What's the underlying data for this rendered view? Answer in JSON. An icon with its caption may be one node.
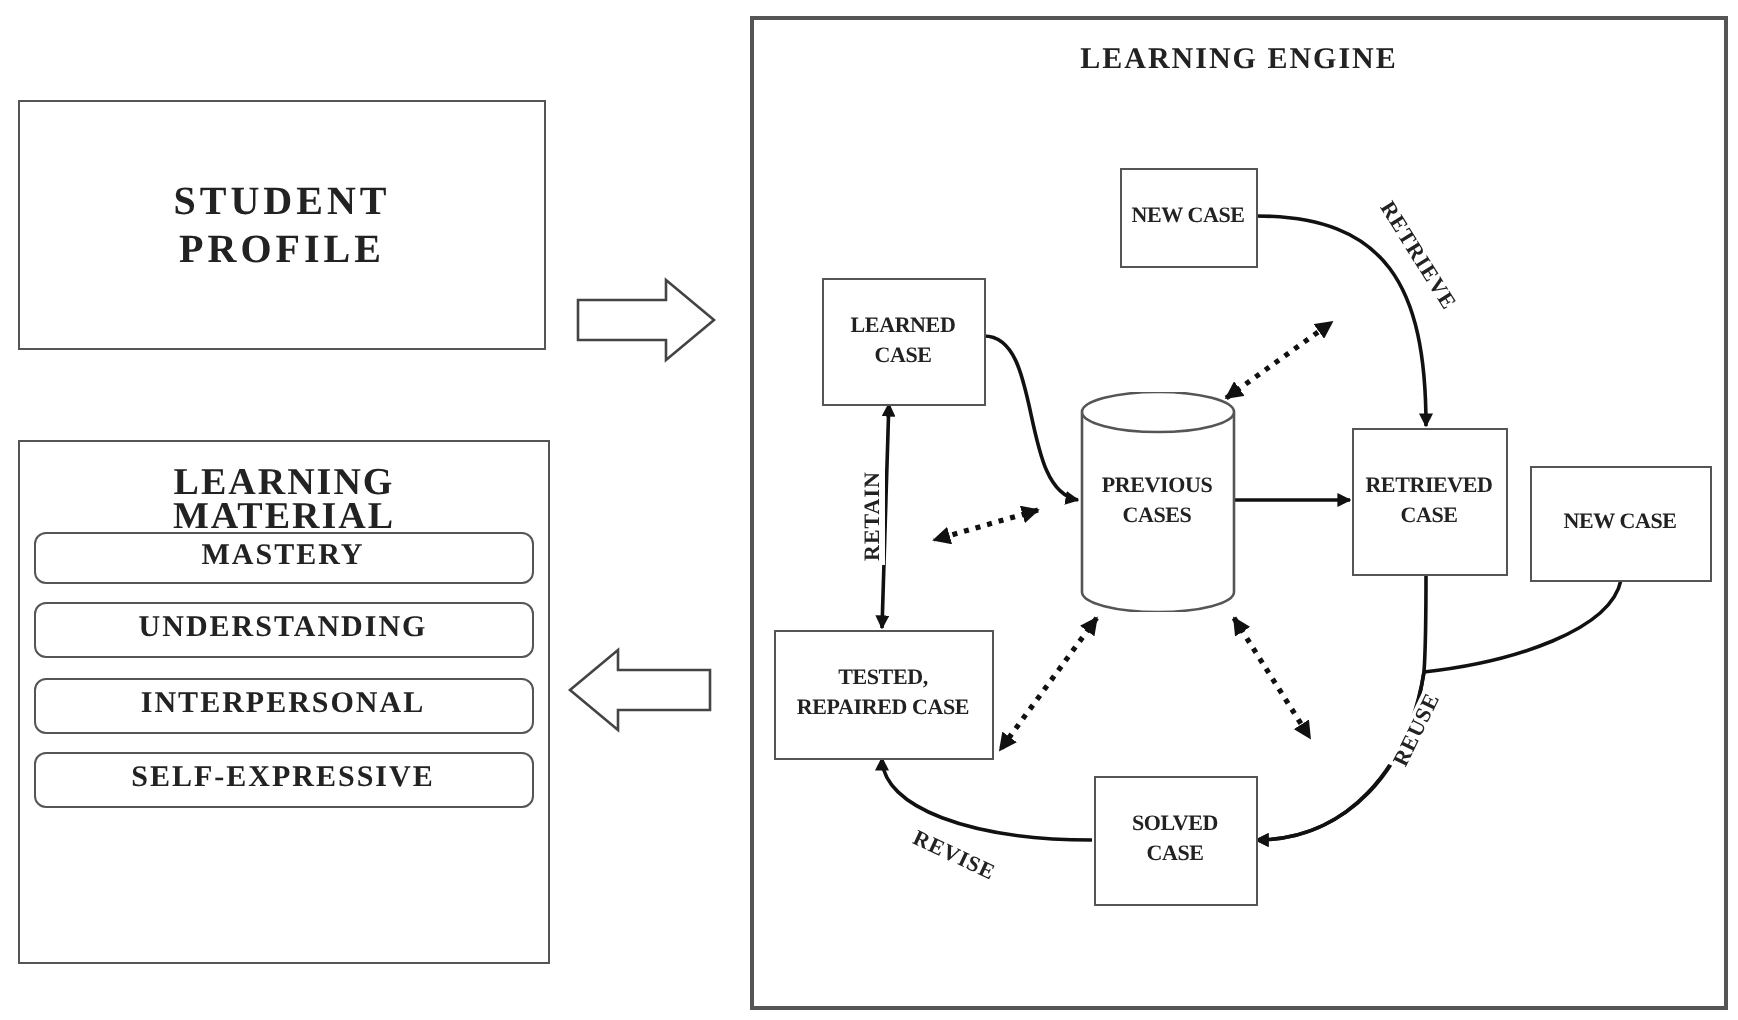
{
  "diagram": {
    "nodes": [
      {
        "text": [
          "STUDENT PROFILE"
        ]
      },
      {
        "text": [
          "LEARNING MATERIAL"
        ]
      },
      {
        "text": [
          "MASTERY"
        ],
        "in": 1
      },
      {
        "text": [
          "UNDERSTANDING"
        ],
        "in": 1
      },
      {
        "text": [
          "INTERPERSONAL"
        ],
        "in": 1
      },
      {
        "text": [
          "SELF-EXPRESSIVE"
        ],
        "in": 1
      },
      {
        "text": [
          "LEARNING ENGINE"
        ]
      },
      {
        "text": [
          "NEW CASE"
        ],
        "in": 6
      },
      {
        "text": [
          "LEARNED CASE"
        ],
        "in": 6
      },
      {
        "text": [
          "PREVIOUS CASES"
        ],
        "in": 6
      },
      {
        "text": [
          "RETRIEVED CASE"
        ],
        "in": 6
      },
      {
        "text": [
          "NEW CASE"
        ],
        "in": 6
      },
      {
        "text": [
          "TESTED, REPAIRED CASE"
        ],
        "in": 6
      },
      {
        "text": [
          "SOLVED CASE"
        ],
        "in": 6
      }
    ],
    "edges": [
      {
        "from": 0,
        "to": 6,
        "arrow": "to",
        "style": "thick"
      },
      {
        "from": 6,
        "to": 1,
        "arrow": "to",
        "style": "thick"
      },
      {
        "from": 7,
        "to": 10,
        "arrow": "to",
        "label": "RETRIEVE"
      },
      {
        "from": 8,
        "to": 9,
        "arrow": "to"
      },
      {
        "from": 9,
        "to": 10,
        "arrow": "to"
      },
      {
        "from": 10,
        "to": 13,
        "arrow": "to",
        "label": "REUSE"
      },
      {
        "from": 11,
        "to": 13,
        "arrow": "to"
      },
      {
        "from": 13,
        "to": 12,
        "arrow": "to",
        "label": "REVISE"
      },
      {
        "from": 12,
        "to": 8,
        "arrow": "both",
        "label": "RETAIN"
      },
      {
        "from": 9,
        "to": null,
        "arrow": "both",
        "style": "dashed"
      },
      {
        "from": 9,
        "to": null,
        "arrow": "both",
        "style": "dashed"
      },
      {
        "from": 9,
        "to": 12,
        "arrow": "both",
        "style": "dashed"
      },
      {
        "from": 9,
        "to": null,
        "arrow": "both",
        "style": "dashed"
      }
    ]
  }
}
